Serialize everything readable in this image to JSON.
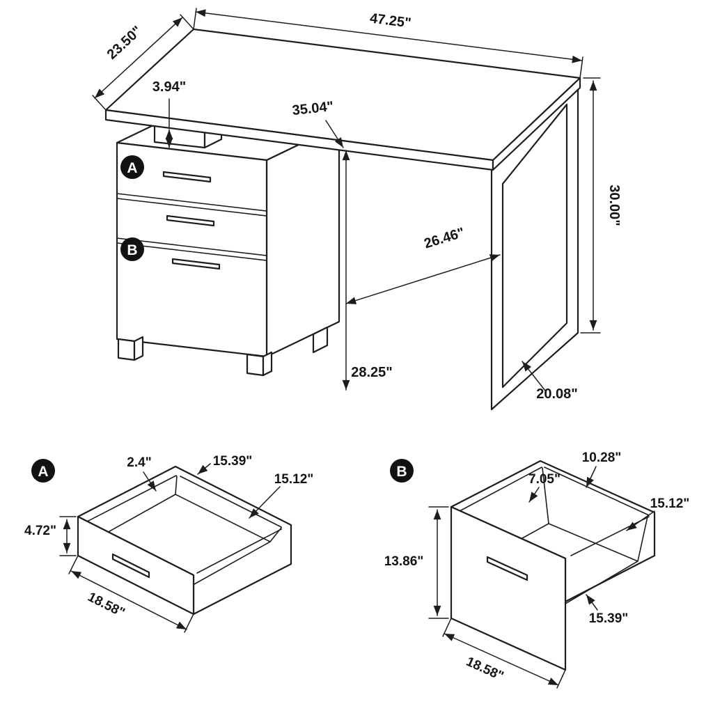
{
  "colors": {
    "background": "#ffffff",
    "line": "#1d1d1d",
    "badge": "#121212"
  },
  "main_view": {
    "badge_a": "A",
    "badge_b": "B",
    "dims": {
      "top_width": "47.25\"",
      "top_depth": "23.50\"",
      "support_gap": "3.94\"",
      "underside_height": "35.04\"",
      "overall_height": "30.00\"",
      "knee_diagonal": "26.46\"",
      "floor_clearance": "28.25\"",
      "leg_base": "20.08\""
    }
  },
  "detail_a": {
    "badge": "A",
    "dims": {
      "panel_thickness": "2.4\"",
      "inner_width": "15.39\"",
      "inner_depth": "15.12\"",
      "front_height": "4.72\"",
      "outer_width": "18.58\""
    }
  },
  "detail_b": {
    "badge": "B",
    "dims": {
      "side_depth": "7.05\"",
      "back_height": "10.28\"",
      "inner_depth": "15.12\"",
      "front_height": "13.86\"",
      "inner_width": "15.39\"",
      "outer_width": "18.58\""
    }
  }
}
